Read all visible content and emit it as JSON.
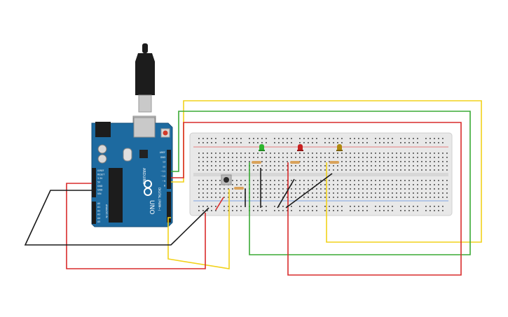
{
  "arduino": {
    "brand": "ARDUINO",
    "model": "UNO",
    "pin_labels_power": [
      "IOREF",
      "RESET",
      "3.3V",
      "5V",
      "GND",
      "GND",
      "VIN"
    ],
    "pin_labels_analog": [
      "A0",
      "A1",
      "A2",
      "A3",
      "A4",
      "A5"
    ],
    "pin_labels_digital": [
      "AREF",
      "GND",
      "13",
      "12",
      "~11",
      "~10",
      "~9",
      "8"
    ],
    "digital_header_text": "DIGITAL (PWM~)",
    "analog_header_text": "ANALOG IN"
  },
  "leds": [
    {
      "name": "green-led",
      "color": "#2db52d"
    },
    {
      "name": "red-led",
      "color": "#c82020"
    },
    {
      "name": "yellow-led",
      "color": "#b08a10"
    }
  ],
  "wire_colors": {
    "yellow": "#f2d21b",
    "green": "#3aaa35",
    "red": "#d92b2b",
    "black": "#1a1a1a"
  },
  "board_colors": {
    "arduino": "#1d6aa0",
    "breadboard": "#e8e8e8"
  }
}
